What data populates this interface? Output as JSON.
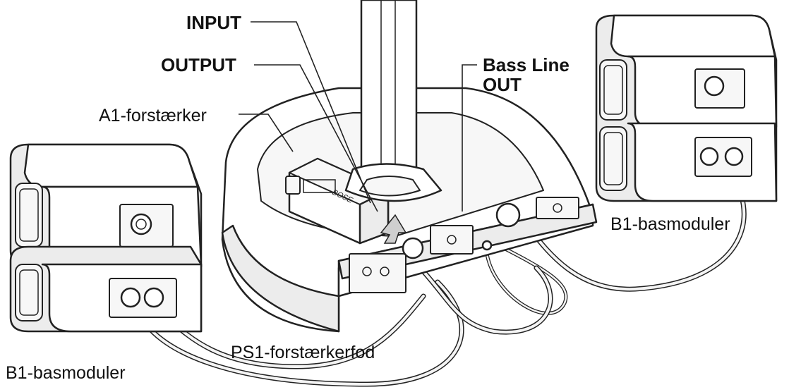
{
  "labels": {
    "input": "INPUT",
    "output": "OUTPUT",
    "a1": "A1-forstærker",
    "bass_line_out_1": "Bass Line",
    "bass_line_out_2": "OUT",
    "b1_right": "B1-basmoduler",
    "b1_left": "B1-basmoduler",
    "ps1": "PS1-forstærkerfod"
  }
}
